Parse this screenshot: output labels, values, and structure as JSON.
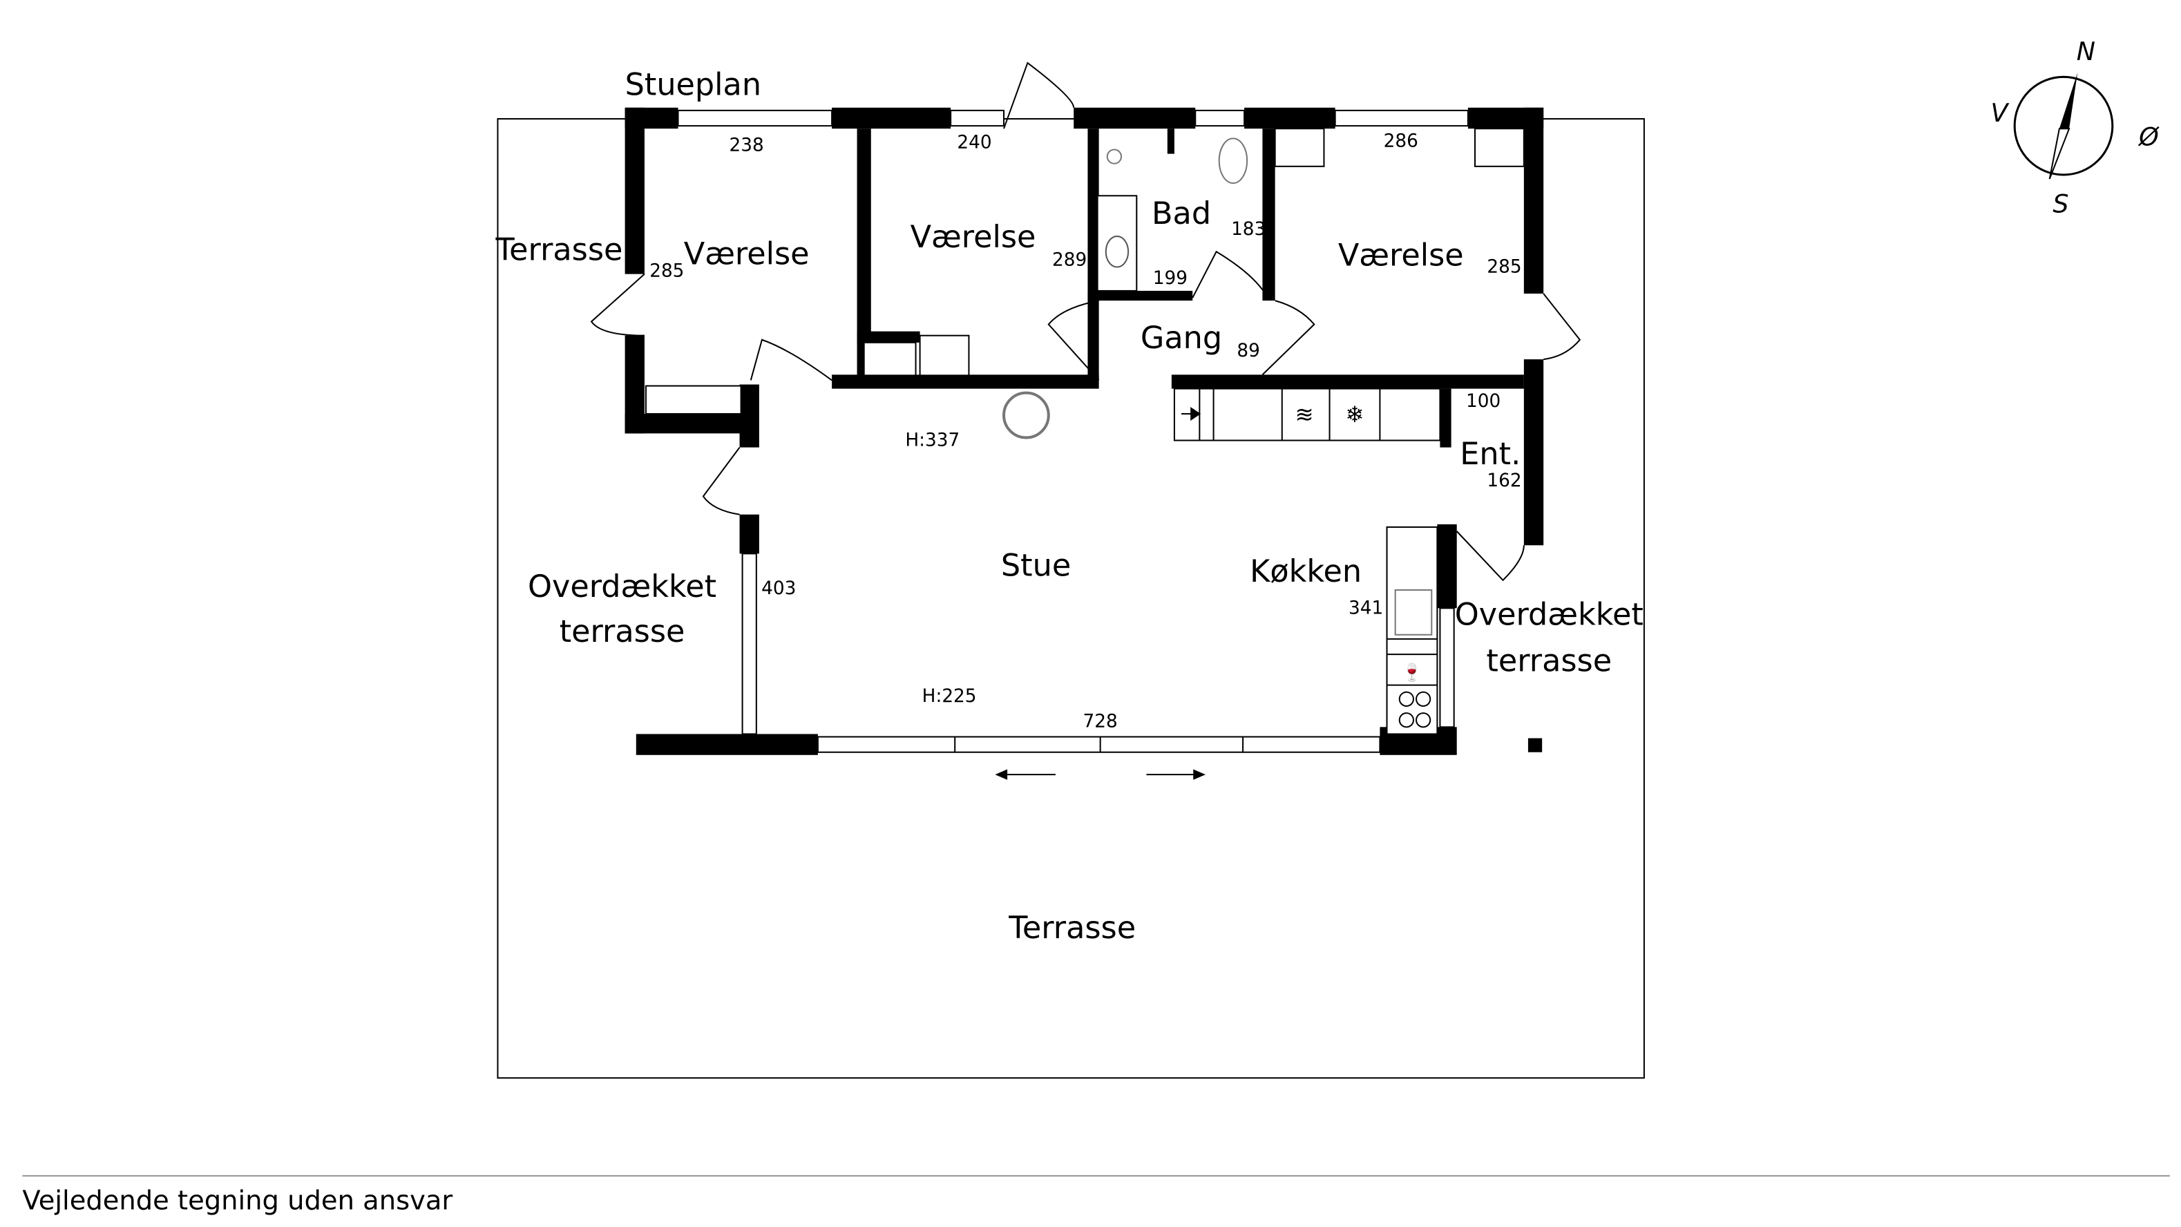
{
  "plan": {
    "title": "Stueplan",
    "rooms": {
      "room1": "Værelse",
      "room2": "Værelse",
      "room3": "Værelse",
      "bath": "Bad",
      "hall": "Gang",
      "entrance": "Ent.",
      "living": "Stue",
      "kitchen": "Køkken",
      "terrace_left": "Terrasse",
      "terrace_bottom": "Terrasse",
      "covered_left_1": "Overdækket",
      "covered_left_2": "terrasse",
      "covered_right_1": "Overdækket",
      "covered_right_2": "terrasse"
    },
    "dimensions": {
      "room1_w": "238",
      "room1_h": "285",
      "room2_w": "240",
      "room2_h": "289",
      "room3_w": "286",
      "room3_h": "285",
      "bath_h": "183",
      "bath_w": "199",
      "hall": "89",
      "entrance_w": "100",
      "entrance_h": "162",
      "living_h1": "H:337",
      "living_h2": "H:225",
      "living_w": "728",
      "living_d": "403",
      "kitchen": "341"
    },
    "compass": {
      "n": "N",
      "s": "S",
      "e": "Ø",
      "w": "V"
    }
  },
  "footer": {
    "disclaimer": "Vejledende tegning uden ansvar"
  }
}
